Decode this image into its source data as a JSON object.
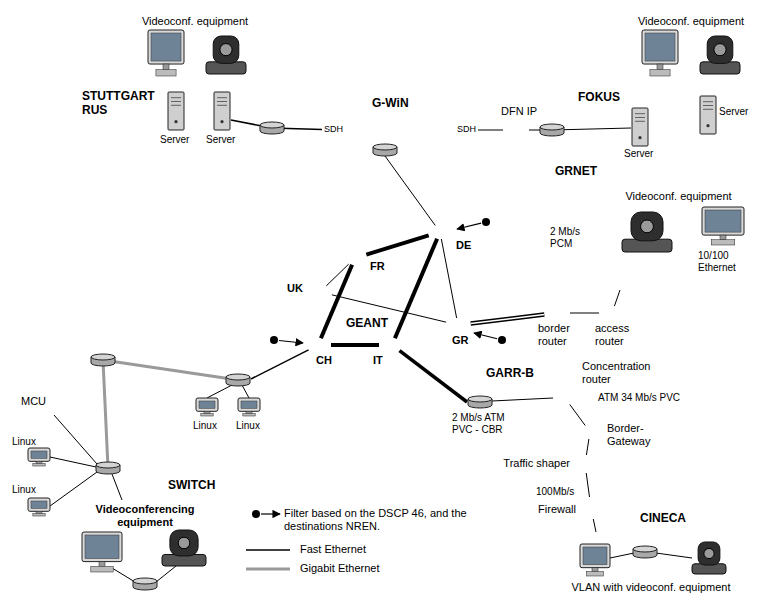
{
  "diagram": {
    "nodes": [
      {
        "text": [
          "STUTTGART RUS"
        ]
      },
      {
        "text": [
          "Videoconf. equipment"
        ],
        "in": 0
      },
      {
        "text": [
          "G-WiN"
        ]
      },
      {
        "text": [
          "SDH"
        ]
      },
      {
        "text": [
          "SDH"
        ]
      },
      {
        "text": [
          "DFN IP"
        ]
      },
      {
        "text": [
          "FOKUS"
        ]
      },
      {
        "text": [
          "Videoconf. equipment"
        ],
        "in": 6
      },
      {
        "text": [
          "GEANT"
        ]
      },
      {
        "text": [
          "FR"
        ],
        "in": 8
      },
      {
        "text": [
          "DE"
        ],
        "in": 8
      },
      {
        "text": [
          "UK"
        ],
        "in": 8
      },
      {
        "text": [
          "CH"
        ],
        "in": 8
      },
      {
        "text": [
          "IT"
        ],
        "in": 8
      },
      {
        "text": [
          "GR"
        ],
        "in": 8
      },
      {
        "text": [
          "GRNET"
        ]
      },
      {
        "text": [
          "Videoconf. equipment"
        ],
        "in": 15
      },
      {
        "text": [
          "border router"
        ],
        "in": 15
      },
      {
        "text": [
          "access router"
        ],
        "in": 15
      },
      {
        "text": [
          "GARR-B"
        ]
      },
      {
        "text": [
          "Concentration router"
        ],
        "in": 19
      },
      {
        "text": [
          "Border-Gateway"
        ],
        "in": 19
      },
      {
        "text": [
          "SWITCH"
        ]
      },
      {
        "text": [
          "MCU"
        ],
        "in": 22
      },
      {
        "text": [
          "Videoconferencing equipment"
        ],
        "in": 22
      },
      {
        "text": [
          "CINECA"
        ]
      },
      {
        "text": [
          "VLAN with videoconf. equipment"
        ],
        "in": 25
      },
      {
        "text": [
          "Traffic shaper"
        ]
      },
      {
        "text": [
          "Firewall"
        ]
      }
    ],
    "edges": [
      {
        "from": 0,
        "to": 3,
        "arrow": "none"
      },
      {
        "from": 4,
        "to": 5,
        "arrow": "none"
      },
      {
        "from": 5,
        "to": 6,
        "arrow": "none"
      },
      {
        "from": 2,
        "to": 10,
        "arrow": "none"
      },
      {
        "from": 9,
        "to": 10,
        "arrow": "none"
      },
      {
        "from": 9,
        "to": 11,
        "arrow": "none"
      },
      {
        "from": 9,
        "to": 12,
        "arrow": "none"
      },
      {
        "from": 10,
        "to": 13,
        "arrow": "none"
      },
      {
        "from": 10,
        "to": 14,
        "arrow": "none"
      },
      {
        "from": 11,
        "to": 14,
        "arrow": "none"
      },
      {
        "from": 12,
        "to": 13,
        "arrow": "none"
      },
      {
        "from": 14,
        "to": 17,
        "arrow": "none"
      },
      {
        "from": 17,
        "to": 18,
        "arrow": "none"
      },
      {
        "from": 18,
        "to": 16,
        "arrow": "none"
      },
      {
        "from": 13,
        "to": 19,
        "arrow": "none"
      },
      {
        "from": 12,
        "to": 22,
        "arrow": "none"
      },
      {
        "from": 20,
        "to": 21,
        "arrow": "none"
      },
      {
        "from": 21,
        "to": 27,
        "arrow": "none"
      },
      {
        "from": 27,
        "to": 28,
        "arrow": "none"
      },
      {
        "from": 28,
        "to": 26,
        "arrow": "none"
      }
    ],
    "labels": [
      "Server",
      "Server",
      "Server",
      "Server",
      "2 Mb/s PCM",
      "10/100 Ethernet",
      "2 Mb/s ATM PVC - CBR",
      "ATM 34 Mb/s PVC",
      "100Mb/s",
      "Linux",
      "Linux",
      "Linux",
      "Linux"
    ],
    "legend": [
      {
        "text": "Filter based on the DSCP 46, and the destinations NREN."
      },
      {
        "text": "Fast Ethernet"
      },
      {
        "text": "Gigabit Ethernet"
      }
    ]
  }
}
